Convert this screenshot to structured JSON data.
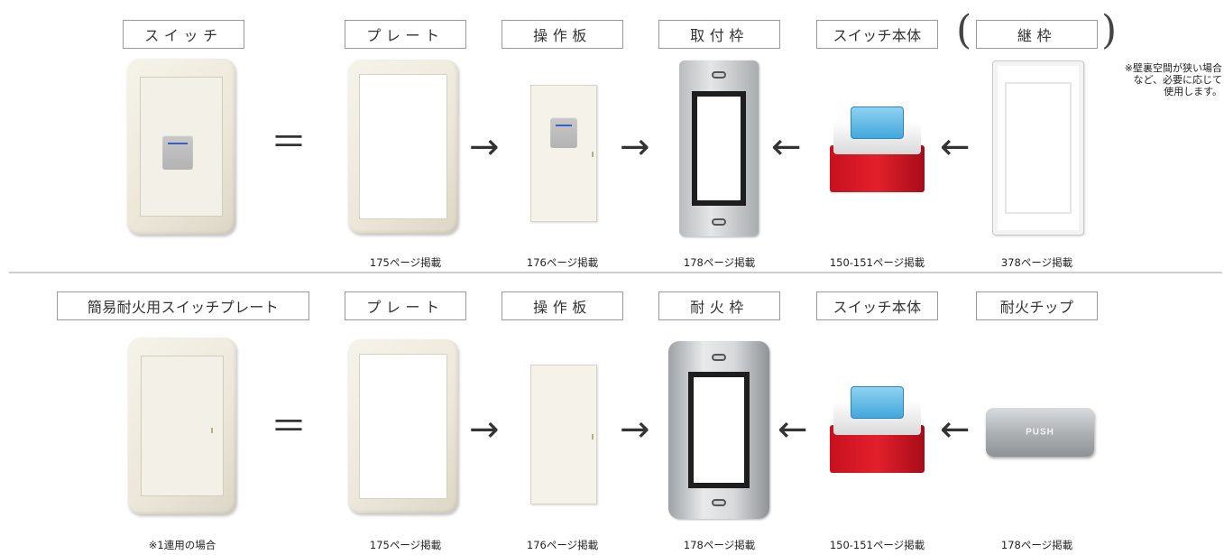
{
  "row1": {
    "labels": [
      "スイッチ",
      "プレート",
      "操作板",
      "取付枠",
      "スイッチ本体",
      "継枠"
    ],
    "captions": [
      "175ページ掲載",
      "176ページ掲載",
      "178ページ掲載",
      "150-151ページ掲載",
      "378ページ掲載"
    ],
    "note": "※壁裏空間が狭い場合\nなど、必要に応じて\n使用します。"
  },
  "row2": {
    "labels": [
      "簡易耐火用スイッチプレート",
      "プレート",
      "操作板",
      "耐火枠",
      "スイッチ本体",
      "耐火チップ"
    ],
    "captions": [
      "※1連用の場合",
      "175ページ掲載",
      "176ページ掲載",
      "178ページ掲載",
      "150-151ページ掲載",
      "178ページ掲載"
    ],
    "chip_text": "PUSH"
  },
  "symbols": {
    "equals": "＝",
    "arrow_right": "→",
    "arrow_left": "←",
    "paren_open": "(",
    "paren_close": ")"
  },
  "colors": {
    "border": "#9a9a9a",
    "divider": "#cfcfcf",
    "body_red": "#e3202c",
    "body_blue": "#42a8dc",
    "led": "#3b5fc8"
  }
}
